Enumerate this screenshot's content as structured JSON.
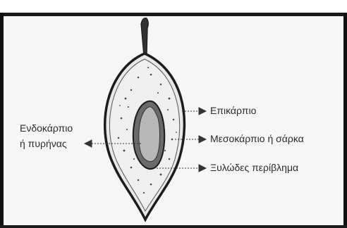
{
  "labels": {
    "exocarp": "Επικάρπιο",
    "mesocarp": "Μεσοκάρπιο ή σάρκα",
    "woody_shell": "Ξυλώδες περίβλημα",
    "endocarp_line1": "Ενδοκάρπιο",
    "endocarp_line2": "ή πυρήνας"
  },
  "colors": {
    "ink": "#2a2a2a",
    "frame": "#111111",
    "background": "#f6f6f6",
    "kernel": "#b8b8b8"
  }
}
